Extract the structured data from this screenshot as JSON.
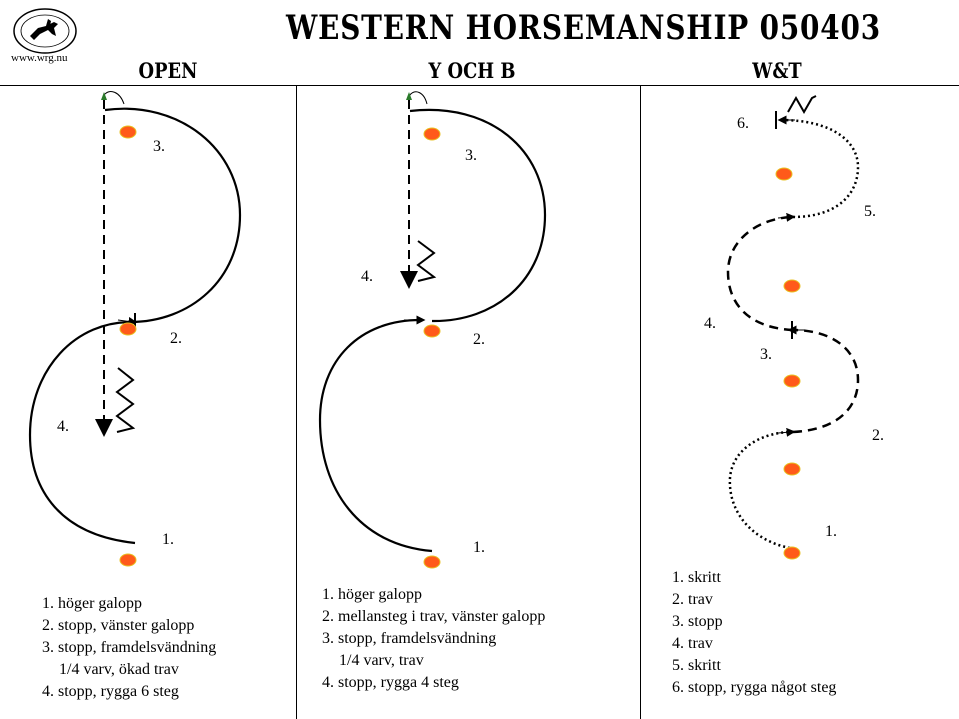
{
  "title": "WESTERN HORSEMANSHIP 050403",
  "logo": {
    "url_text": "www.wrg.nu"
  },
  "columns": [
    {
      "heading": "OPEN",
      "labels": [
        "1.",
        "2.",
        "3.",
        "4."
      ],
      "steps": [
        "1. höger galopp",
        "2. stopp, vänster galopp",
        "3. stopp, framdelsvändning",
        "1/4 varv, ökad trav",
        "4. stopp, rygga 6 steg"
      ]
    },
    {
      "heading": "Y OCH B",
      "labels": [
        "1.",
        "2.",
        "3.",
        "4."
      ],
      "steps": [
        "1. höger galopp",
        "2. mellansteg i trav, vänster galopp",
        "3. stopp, framdelsvändning",
        "1/4 varv, trav",
        "4. stopp, rygga 4 steg"
      ]
    },
    {
      "heading": "W&T",
      "labels": [
        "1.",
        "2.",
        "3.",
        "4.",
        "5.",
        "6."
      ],
      "steps": [
        "1. skritt",
        "2. trav",
        "3. stopp",
        "4. trav",
        "5. skritt",
        "6. stopp, rygga något steg"
      ]
    }
  ],
  "colors": {
    "cone": "#ff5a1a",
    "cone_edge": "#e8c020",
    "line": "#000000",
    "turn_arrow": "#2a7a2a"
  }
}
